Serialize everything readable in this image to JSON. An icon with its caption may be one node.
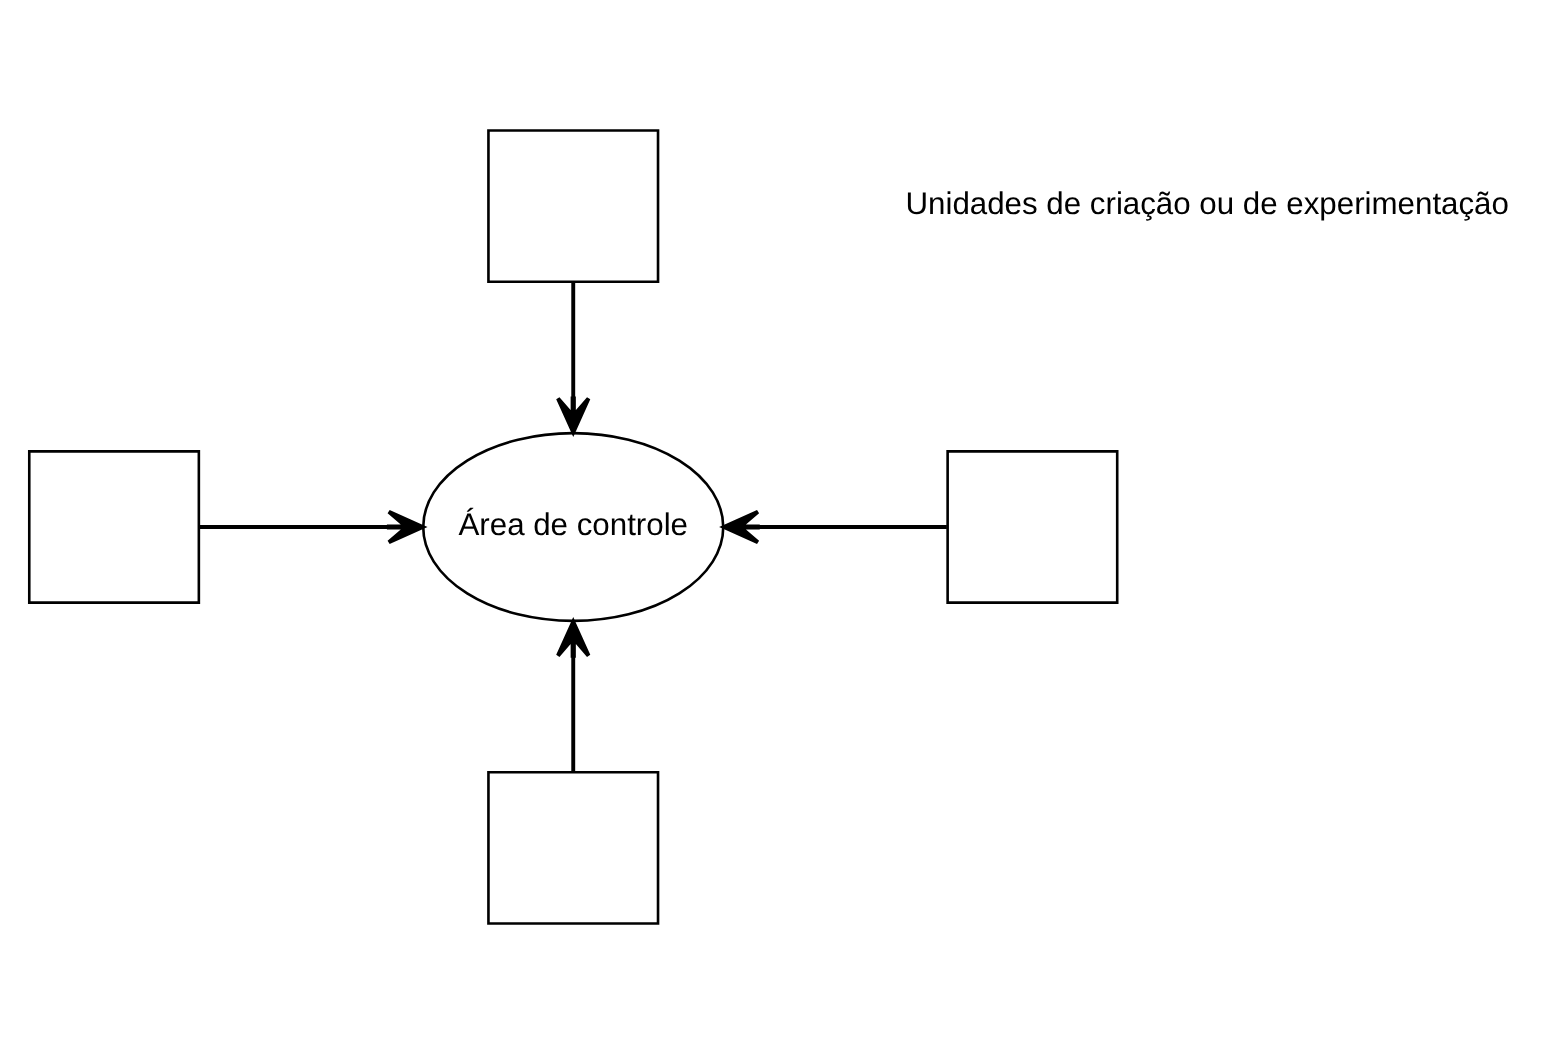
{
  "diagram": {
    "nodes": [
      {
        "text": [],
        "shape": "box"
      },
      {
        "text": [],
        "shape": "box"
      },
      {
        "text": [
          "Área de controle"
        ]
      },
      {
        "text": [],
        "shape": "box"
      },
      {
        "text": [],
        "shape": "box"
      }
    ],
    "edges": [
      {
        "from": 0,
        "to": 2,
        "arrow": "to"
      },
      {
        "from": 1,
        "to": 2,
        "arrow": "to"
      },
      {
        "from": 3,
        "to": 2,
        "arrow": "to"
      },
      {
        "from": 4,
        "to": 2,
        "arrow": "to"
      }
    ],
    "labels": [
      "Unidades de criação ou de experimentação"
    ]
  }
}
